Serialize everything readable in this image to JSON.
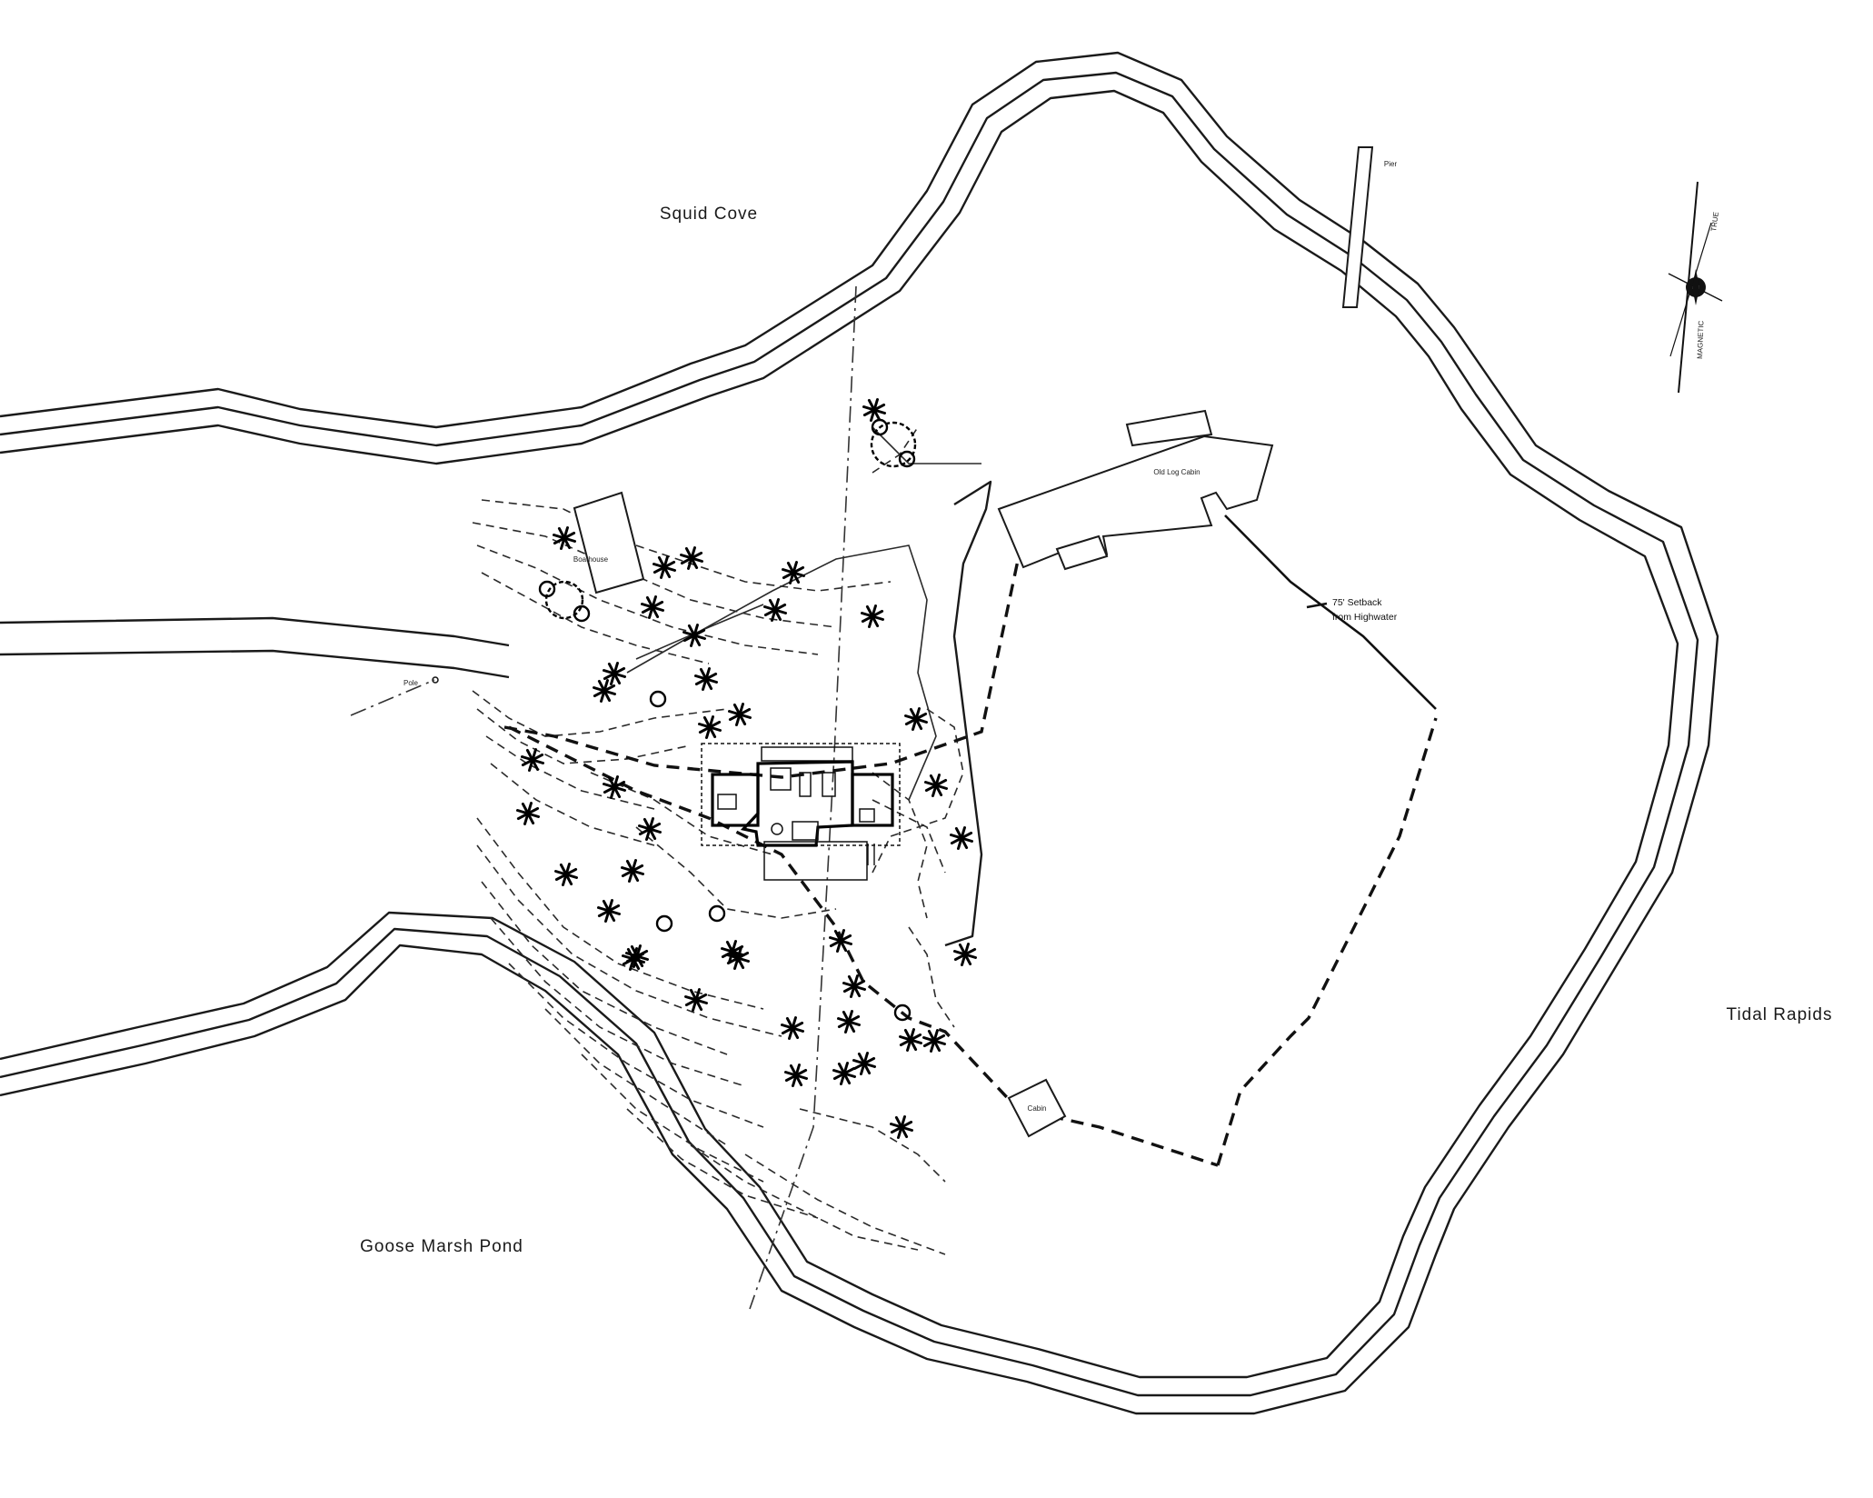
{
  "labels": {
    "squid_cove": "Squid Cove",
    "goose_marsh_pond": "Goose Marsh Pond",
    "tidal_rapids": "Tidal Rapids",
    "pier": "Pier",
    "old_log_cabin": "Old Log Cabin",
    "boathouse": "Boathouse",
    "cabin": "Cabin",
    "pole": "Pole",
    "setback_line1": "75' Setback",
    "setback_line2": "from Highwater"
  },
  "compass": {
    "north": "TRUE",
    "magnetic": "MAGNETIC"
  },
  "colors": {
    "ink": "#1a1a1a",
    "paper": "#ffffff"
  }
}
